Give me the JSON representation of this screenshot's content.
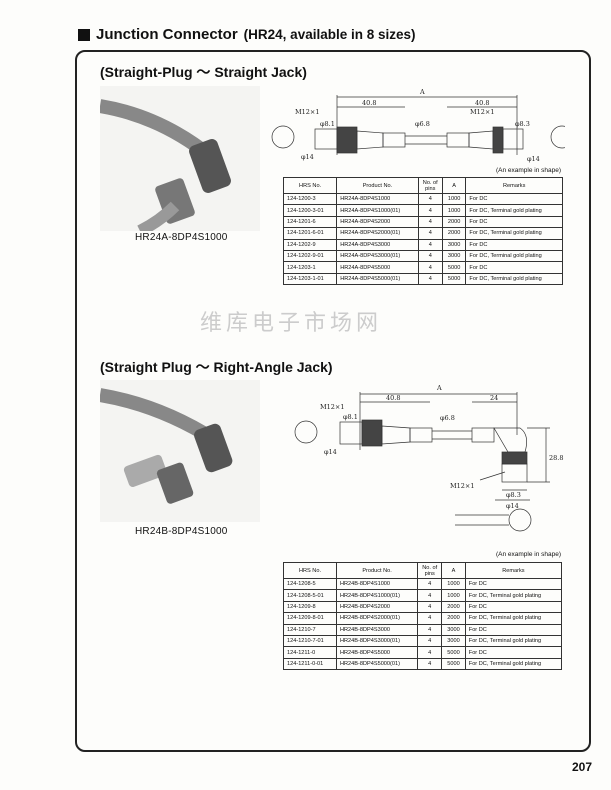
{
  "heading": {
    "title": "Junction Connector",
    "subtitle": "(HR24, available in 8 sizes)"
  },
  "watermark": "维库电子市场网",
  "sections": [
    {
      "title": "(Straight-Plug ～ Straight Jack)",
      "photo_caption": "HR24A-8DP4S1000",
      "diagram": {
        "A": "A",
        "dim1": "40.8",
        "dim2": "40.8",
        "thread1": "M12×1",
        "thread2": "M12×1",
        "d14a": "φ14",
        "d81": "φ8.1",
        "d68": "φ6.8",
        "d83": "φ8.3",
        "d14b": "φ14"
      },
      "note": "(An example in shape)",
      "table": {
        "headers": [
          "HRS No.",
          "Product No.",
          "No. of pins",
          "A",
          "Remarks"
        ],
        "rows": [
          [
            "124-1200-3",
            "HR24A-8DP4S1000",
            "4",
            "1000",
            "For DC"
          ],
          [
            "124-1200-3-01",
            "HR24A-8DP4S1000(01)",
            "4",
            "1000",
            "For DC, Terminal gold plating"
          ],
          [
            "124-1201-6",
            "HR24A-8DP4S2000",
            "4",
            "2000",
            "For DC"
          ],
          [
            "124-1201-6-01",
            "HR24A-8DP4S2000(01)",
            "4",
            "2000",
            "For DC, Terminal gold plating"
          ],
          [
            "124-1202-9",
            "HR24A-8DP4S3000",
            "4",
            "3000",
            "For DC"
          ],
          [
            "124-1202-9-01",
            "HR24A-8DP4S3000(01)",
            "4",
            "3000",
            "For DC, Terminal gold plating"
          ],
          [
            "124-1203-1",
            "HR24A-8DP4S5000",
            "4",
            "5000",
            "For DC"
          ],
          [
            "124-1203-1-01",
            "HR24A-8DP4S5000(01)",
            "4",
            "5000",
            "For DC, Terminal gold plating"
          ]
        ]
      }
    },
    {
      "title": "(Straight Plug ～ Right-Angle Jack)",
      "photo_caption": "HR24B-8DP4S1000",
      "diagram": {
        "A": "A",
        "dim1": "40.8",
        "dim2": "24",
        "thread1": "M12×1",
        "thread2": "M12×1",
        "d14a": "φ14",
        "d81": "φ8.1",
        "d68": "φ6.8",
        "d288": "28.8",
        "d83": "φ8.3",
        "d14b": "φ14"
      },
      "note": "(An example in shape)",
      "table": {
        "headers": [
          "HRS No.",
          "Product No.",
          "No. of pins",
          "A",
          "Remarks"
        ],
        "rows": [
          [
            "124-1208-5",
            "HR24B-8DP4S1000",
            "4",
            "1000",
            "For DC"
          ],
          [
            "124-1208-5-01",
            "HR24B-8DP4S1000(01)",
            "4",
            "1000",
            "For DC, Terminal gold plating"
          ],
          [
            "124-1209-8",
            "HR24B-8DP4S2000",
            "4",
            "2000",
            "For DC"
          ],
          [
            "124-1209-8-01",
            "HR24B-8DP4S2000(01)",
            "4",
            "2000",
            "For DC, Terminal gold plating"
          ],
          [
            "124-1210-7",
            "HR24B-8DP4S3000",
            "4",
            "3000",
            "For DC"
          ],
          [
            "124-1210-7-01",
            "HR24B-8DP4S3000(01)",
            "4",
            "3000",
            "For DC, Terminal gold plating"
          ],
          [
            "124-1211-0",
            "HR24B-8DP4S5000",
            "4",
            "5000",
            "For DC"
          ],
          [
            "124-1211-0-01",
            "HR24B-8DP4S5000(01)",
            "4",
            "5000",
            "For DC, Terminal gold plating"
          ]
        ]
      }
    }
  ],
  "page_number": "207"
}
